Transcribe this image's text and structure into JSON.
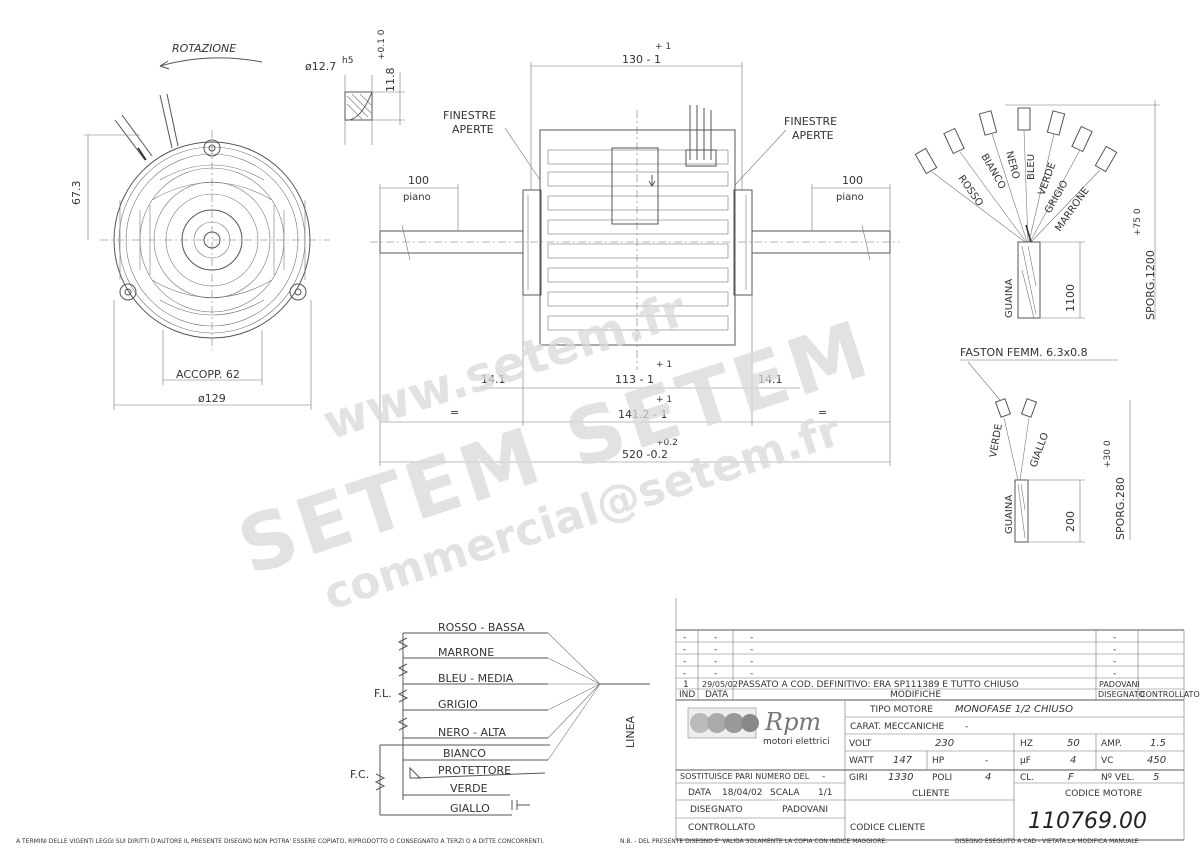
{
  "front_view": {
    "rotation_label": "ROTAZIONE",
    "dim_height": "67.3",
    "dim_mount": "ACCOPP. 62",
    "dim_diameter": "ø129"
  },
  "shaft_detail": {
    "diameter": "ø12.7",
    "diameter_tol": "h5",
    "flat": "11.8",
    "flat_tol": "+0.1 0"
  },
  "side_view": {
    "window_left_1": "FINESTRE",
    "window_left_2": "APERTE",
    "window_right_1": "FINESTRE",
    "window_right_2": "APERTE",
    "dim_top": "130 - 1",
    "dim_top_tol": "+ 1",
    "shaft_left": "100",
    "shaft_left_sub": "piano",
    "shaft_right": "100",
    "shaft_right_sub": "piano",
    "dim_left_end": "14.1",
    "dim_mid": "113 - 1",
    "dim_mid_tol": "+ 1",
    "dim_right_end": "14.1",
    "eq_left": "=",
    "dim_center": "141.2 - 1",
    "dim_center_tol": "+ 1",
    "eq_right": "=",
    "dim_total": "520 -0.2",
    "dim_total_tol": "+0.2"
  },
  "cable_main": {
    "wires": [
      "ROSSO",
      "BIANCO",
      "NERO",
      "BLEU",
      "VERDE",
      "GRIGIO",
      "MARRONE"
    ],
    "sheath": "GUAINA",
    "length": "1100",
    "protrusion": "SPORG.1200",
    "protrusion_tol": "+75 0"
  },
  "cable_aux": {
    "faston": "FASTON FEMM. 6.3x0.8",
    "wires": [
      "VERDE",
      "GIALLO"
    ],
    "sheath": "GUAINA",
    "length": "200",
    "protrusion": "SPORG.280",
    "protrusion_tol": "+30 0"
  },
  "wiring": {
    "speeds": [
      "ROSSO - BASSA",
      "MARRONE",
      "BLEU - MEDIA",
      "GRIGIO",
      "NERO - ALTA"
    ],
    "lower": [
      "BIANCO",
      "PROTETTORE",
      "VERDE",
      "GIALLO"
    ],
    "fl": "F.L.",
    "fc": "F.C.",
    "linea": "LINEA"
  },
  "title_block": {
    "revisions": [
      {
        "ind": "-",
        "data": "-",
        "desc": "-",
        "dis": "-"
      },
      {
        "ind": "-",
        "data": "-",
        "desc": "-",
        "dis": "-"
      },
      {
        "ind": "-",
        "data": "-",
        "desc": "-",
        "dis": "-"
      },
      {
        "ind": "-",
        "data": "-",
        "desc": "-",
        "dis": "-"
      },
      {
        "ind": "1",
        "data": "29/05/02",
        "desc": "PASSATO A COD. DEFINITIVO: ERA SP111389 E TUTTO CHIUSO",
        "dis": "PADOVANI"
      }
    ],
    "hdr_ind": "IND",
    "hdr_data": "DATA",
    "hdr_mod": "MODIFICHE",
    "hdr_dis": "DISEGNATO",
    "hdr_ctrl": "CONTROLLATO",
    "logo_text": "Rpm",
    "logo_sub": "motori elettrici",
    "tipo_label": "TIPO MOTORE",
    "tipo_value": "MONOFASE 1/2 CHIUSO",
    "carat_label": "CARAT. MECCANICHE",
    "carat_value": "-",
    "volt_label": "VOLT",
    "volt_value": "230",
    "hz_label": "HZ",
    "hz_value": "50",
    "amp_label": "AMP.",
    "amp_value": "1.5",
    "watt_label": "WATT",
    "watt_value": "147",
    "hp_label": "HP",
    "hp_value": "-",
    "uf_label": "µF",
    "uf_value": "4",
    "vc_label": "VC",
    "vc_value": "450",
    "giri_label": "GIRI",
    "giri_value": "1330",
    "poli_label": "POLI",
    "poli_value": "4",
    "cl_label": "CL.",
    "cl_value": "F",
    "nvel_label": "Nº VEL.",
    "nvel_value": "5",
    "sostituisce_label": "SOSTITUISCE PARI NUMERO DEL",
    "sostituisce_value": "-",
    "date_label": "DATA",
    "date_value": "18/04/02",
    "scale_label": "SCALA",
    "scale_value": "1/1",
    "cliente_label": "CLIENTE",
    "codice_motore_label": "CODICE MOTORE",
    "codice_motore_value": "110769.00",
    "disegnato_label": "DISEGNATO",
    "disegnato_value": "PADOVANI",
    "controllato_label": "CONTROLLATO",
    "codice_cliente_label": "CODICE CLIENTE"
  },
  "footer": {
    "left": "A TERMINI DELLE VIGENTI LEGGI SUI DIRITTI D'AUTORE IL PRESENTE DISEGNO NON POTRA' ESSERE COPIATO, RIPRODOTTO O CONSEGNATO A TERZI O A DITTE CONCORRENTI.",
    "mid": "N.B. - DEL PRESENTE DISEGNO E' VALIDA SOLAMENTE LA COPIA CON INDICE MAGGIORE.",
    "right": "DISEGNO ESEGUITO A CAD - VIETATA LA MODIFICA MANUALE"
  },
  "watermark": {
    "line1": "www.setem.fr",
    "line2": "SETEM SETEM",
    "line3": "commercial@setem.fr"
  }
}
